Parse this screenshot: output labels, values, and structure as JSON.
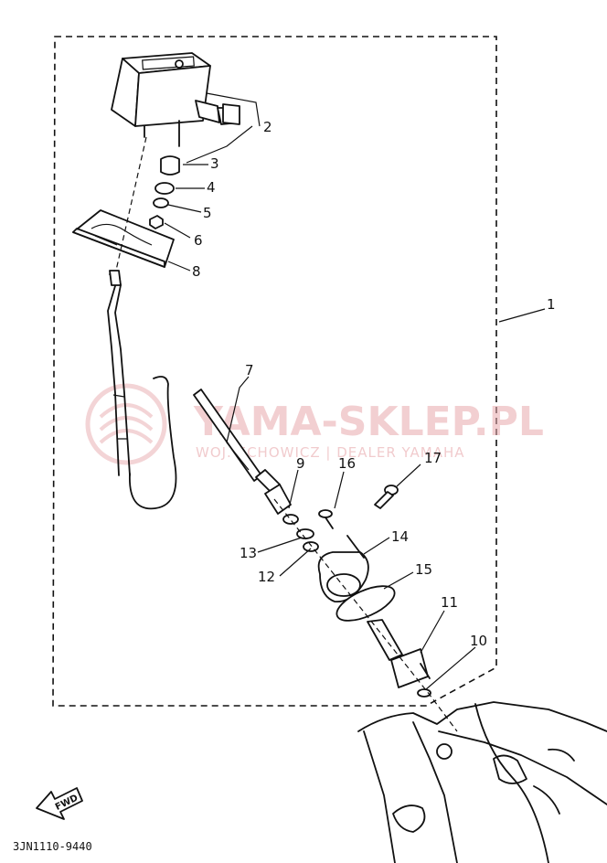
{
  "callouts": {
    "c1": "1",
    "c2": "2",
    "c3": "3",
    "c4": "4",
    "c5": "5",
    "c6": "6",
    "c7": "7",
    "c8": "8",
    "c9": "9",
    "c10": "10",
    "c11": "11",
    "c12": "12",
    "c13": "13",
    "c14": "14",
    "c15": "15",
    "c16": "16",
    "c17": "17"
  },
  "watermark": {
    "title": "YAMA-SKLEP.PL",
    "subtitle": "WOJ. ECHOWICZ | DEALER YAMAHA"
  },
  "direction_label": "FWD",
  "figure_code": "3JN1110-9440"
}
